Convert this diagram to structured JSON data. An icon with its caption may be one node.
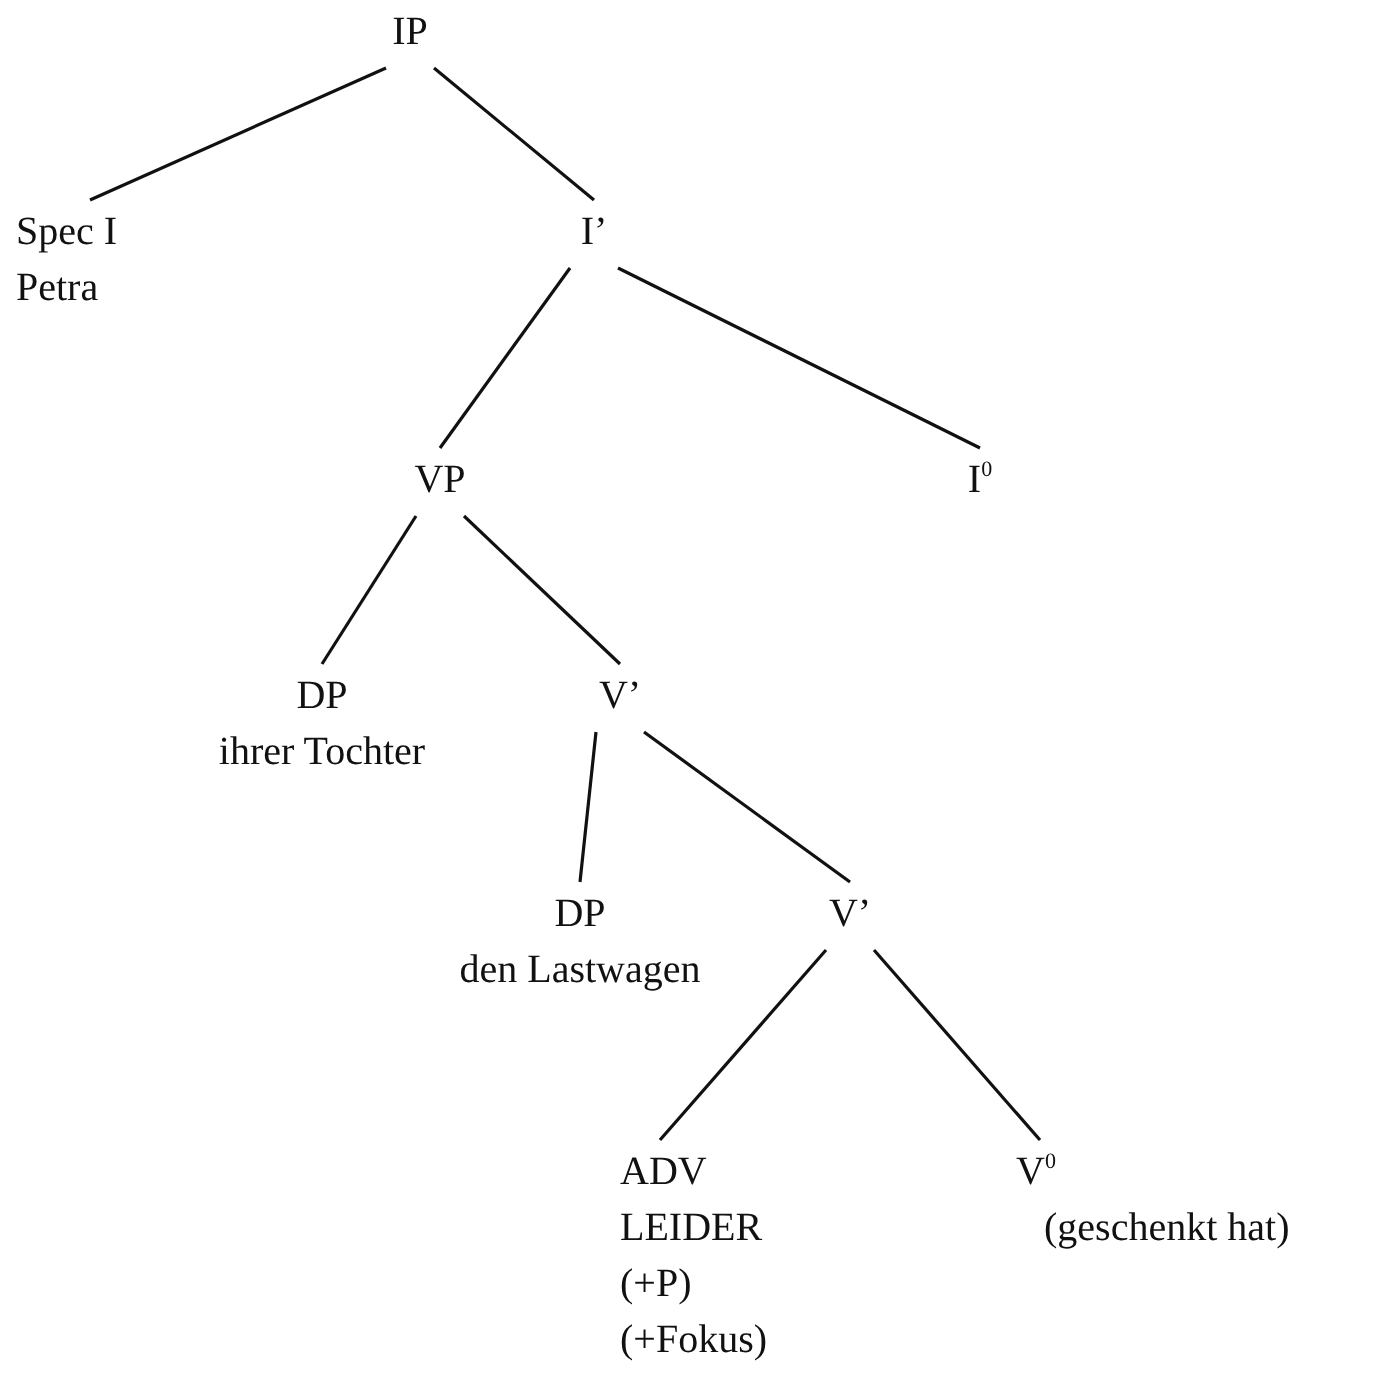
{
  "diagram": {
    "nodes": [
      {
        "text": [
          "IP"
        ]
      },
      {
        "text": [
          "Spec I",
          "Petra"
        ]
      },
      {
        "text": [
          "I’"
        ]
      },
      {
        "text": [
          "VP"
        ]
      },
      {
        "text": [
          "I$^{0}$"
        ]
      },
      {
        "text": [
          "DP",
          "ihrer Tochter"
        ]
      },
      {
        "text": [
          "V’"
        ]
      },
      {
        "text": [
          "DP",
          "den Lastwagen"
        ]
      },
      {
        "text": [
          "V’"
        ]
      },
      {
        "text": [
          "ADV",
          "LEIDER",
          "(+P)",
          "(+Fokus)"
        ]
      },
      {
        "text": [
          "V$^{0}$",
          "(geschenkt hat)"
        ]
      }
    ],
    "edges": [
      {
        "from": 0,
        "to": 1,
        "arrow": "none"
      },
      {
        "from": 0,
        "to": 2,
        "arrow": "none"
      },
      {
        "from": 2,
        "to": 3,
        "arrow": "none"
      },
      {
        "from": 2,
        "to": 4,
        "arrow": "none"
      },
      {
        "from": 3,
        "to": 5,
        "arrow": "none"
      },
      {
        "from": 3,
        "to": 6,
        "arrow": "none"
      },
      {
        "from": 6,
        "to": 7,
        "arrow": "none"
      },
      {
        "from": 6,
        "to": 8,
        "arrow": "none"
      },
      {
        "from": 8,
        "to": 9,
        "arrow": "none"
      },
      {
        "from": 8,
        "to": 10,
        "arrow": "none"
      }
    ]
  }
}
